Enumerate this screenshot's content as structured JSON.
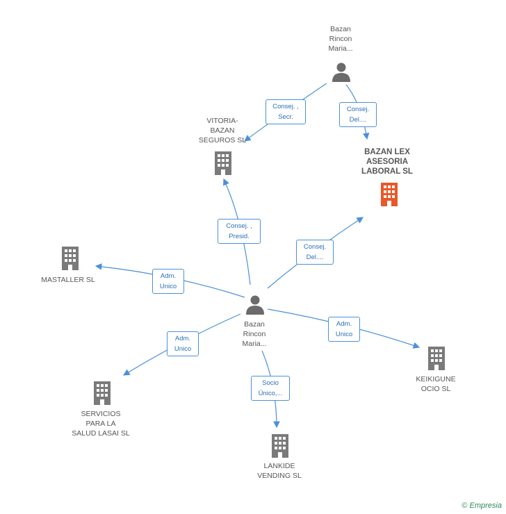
{
  "nodes": {
    "person_top": {
      "label": "Bazan\nRincon\nMaria..."
    },
    "person_center": {
      "label": "Bazan\nRincon\nMaria..."
    },
    "vitoria": {
      "label": "VITORIA-\nBAZAN\nSEGUROS SL"
    },
    "bazan_lex": {
      "label": "BAZAN LEX\nASESORIA\nLABORAL SL"
    },
    "mastaller": {
      "label": "MASTALLER SL"
    },
    "servicios": {
      "label": "SERVICIOS\nPARA LA\nSALUD LASAI SL"
    },
    "lankide": {
      "label": "LANKIDE\nVENDING SL"
    },
    "keikigune": {
      "label": "KEIKIGUNE\nOCIO  SL"
    }
  },
  "edges": {
    "top_vitoria": "Consej. ,\nSecr.",
    "top_bazanlex": "Consej.\nDel....",
    "center_vitoria": "Consej. ,\nPresid.",
    "center_bazanlex": "Consej.\nDel....",
    "center_mastaller": "Adm.\nUnico",
    "center_servicios": "Adm.\nUnico",
    "center_lankide": "Socio\nÚnico,...",
    "center_keikigune": "Adm.\nUnico"
  },
  "colors": {
    "edge": "#4a90d9",
    "building": "#7a7a7a",
    "building_main": "#e8582a",
    "person": "#6b6b6b"
  },
  "footer": {
    "copyright": "©",
    "brand": "Empresia"
  }
}
